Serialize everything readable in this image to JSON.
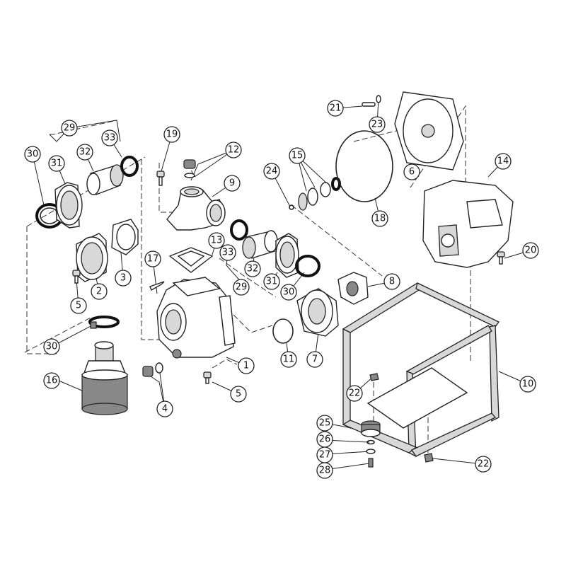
{
  "diagram": {
    "callouts": [
      {
        "id": "c1",
        "label": "1"
      },
      {
        "id": "c2",
        "label": "2"
      },
      {
        "id": "c3",
        "label": "3"
      },
      {
        "id": "c4",
        "label": "4"
      },
      {
        "id": "c5a",
        "label": "5"
      },
      {
        "id": "c5b",
        "label": "5"
      },
      {
        "id": "c6",
        "label": "6"
      },
      {
        "id": "c7",
        "label": "7"
      },
      {
        "id": "c8",
        "label": "8"
      },
      {
        "id": "c9",
        "label": "9"
      },
      {
        "id": "c10",
        "label": "10"
      },
      {
        "id": "c11",
        "label": "11"
      },
      {
        "id": "c12",
        "label": "12"
      },
      {
        "id": "c13",
        "label": "13"
      },
      {
        "id": "c14",
        "label": "14"
      },
      {
        "id": "c15",
        "label": "15"
      },
      {
        "id": "c16",
        "label": "16"
      },
      {
        "id": "c17",
        "label": "17"
      },
      {
        "id": "c18",
        "label": "18"
      },
      {
        "id": "c19",
        "label": "19"
      },
      {
        "id": "c20",
        "label": "20"
      },
      {
        "id": "c21",
        "label": "21"
      },
      {
        "id": "c22a",
        "label": "22"
      },
      {
        "id": "c22b",
        "label": "22"
      },
      {
        "id": "c23",
        "label": "23"
      },
      {
        "id": "c24",
        "label": "24"
      },
      {
        "id": "c25",
        "label": "25"
      },
      {
        "id": "c26",
        "label": "26"
      },
      {
        "id": "c27",
        "label": "27"
      },
      {
        "id": "c28",
        "label": "28"
      },
      {
        "id": "c29a",
        "label": "29"
      },
      {
        "id": "c29b",
        "label": "29"
      },
      {
        "id": "c30a",
        "label": "30"
      },
      {
        "id": "c30b",
        "label": "30"
      },
      {
        "id": "c30c",
        "label": "30"
      },
      {
        "id": "c31a",
        "label": "31"
      },
      {
        "id": "c31b",
        "label": "31"
      },
      {
        "id": "c32a",
        "label": "32"
      },
      {
        "id": "c32b",
        "label": "32"
      },
      {
        "id": "c33a",
        "label": "33"
      },
      {
        "id": "c33b",
        "label": "33"
      }
    ]
  }
}
